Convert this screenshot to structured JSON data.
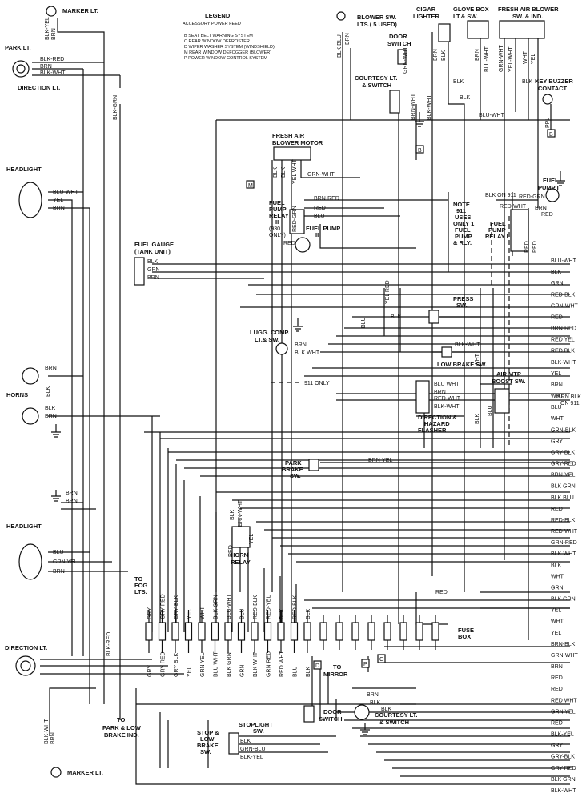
{
  "legend": {
    "title": "LEGEND",
    "subtitle": "ACCESSORY POWER FEED",
    "items": [
      "B  SEAT BELT WARNING SYSTEM",
      "C  REAR WINDOW DEFROSTER",
      "D  WIPER WASHER SYSTEM (WINDSHIELD)",
      "M  REAR WINDOW DEFOGGER (BLOWER)",
      "P  POWER WINDOW CONTROL SYSTEM"
    ],
    "dashed_note": "911 ONLY"
  },
  "components": {
    "marker_lt_top": "MARKER LT.",
    "park_lt": "PARK LT.",
    "direction_lt_top": "DIRECTION LT.",
    "headlight_top": "HEADLIGHT",
    "horns": "HORNS",
    "headlight_bottom": "HEADLIGHT",
    "direction_lt_bottom": "DIRECTION LT.",
    "marker_lt_bottom": "MARKER LT.",
    "blower_sw": "BLOWER SW.",
    "blower_sw_lts": "LTS.( 5 USED)",
    "door_switch_top_1": "DOOR",
    "door_switch_top_2": "SWITCH",
    "courtesy_lt_1": "COURTESY LT.",
    "courtesy_lt_2": "& SWITCH",
    "cigar_1": "CIGAR",
    "cigar_2": "LIGHTER",
    "glove_1": "GLOVE BOX",
    "glove_2": "LT.& SW.",
    "fresh_sw_1": "FRESH AIR BLOWER",
    "fresh_sw_2": "SW. & IND.",
    "key_buzzer_1": "KEY BUZZER",
    "key_buzzer_2": "CONTACT",
    "fresh_motor_1": "FRESH AIR",
    "fresh_motor_2": "BLOWER MOTOR",
    "fuel_pump_relay_2_a": "FUEL",
    "fuel_pump_relay_2_b": "PUMP",
    "fuel_pump_relay_2_c": "RELAY",
    "fuel_pump_relay_2_d": "II",
    "fuel_pump_relay_2_e": "(930",
    "fuel_pump_relay_2_f": "ONLY)",
    "fuel_pump_2_a": "FUEL PUMP",
    "fuel_pump_2_b": "II",
    "note_1": "NOTE",
    "note_2": "911",
    "note_3": "USES",
    "note_4": "ONLY 1",
    "note_5": "FUEL",
    "note_6": "PUMP",
    "note_7": "& RLY.",
    "fuel_pump_relay_1_a": "FUEL",
    "fuel_pump_relay_1_b": "PUMP",
    "fuel_pump_relay_1_c": "RELAY I",
    "fuel_pump_1_a": "FUEL",
    "fuel_pump_1_b": "PUMP I",
    "fuel_gauge_1": "FUEL GAUGE",
    "fuel_gauge_2": "(TANK UNIT)",
    "press_sw_1": "PRESS",
    "press_sw_2": "SW.",
    "lugg_1": "LUGG. COMP.",
    "lugg_2": "LT.& SW.",
    "low_brake": "LOW BRAKE SW.",
    "air_pump_1": "AIR MTP",
    "air_pump_2": "BOOST SW.",
    "hazard_1": "DIRECTION &",
    "hazard_2": "HAZARD",
    "hazard_3": "FLASHER",
    "park_brake_1": "PARK",
    "park_brake_2": "BRAKE",
    "park_brake_3": "SW.",
    "horn_relay_1": "HORN",
    "horn_relay_2": "RELAY",
    "to_fog_1": "TO",
    "to_fog_2": "FOG",
    "to_fog_3": "LTS.",
    "fuse_box_1": "FUSE",
    "fuse_box_2": "BOX",
    "to_mirror_1": "TO",
    "to_mirror_2": "MIRROR",
    "to_park_1": "TO",
    "to_park_2": "PARK & LOW",
    "to_park_3": "BRAKE IND.",
    "stop_low_1": "STOP &",
    "stop_low_2": "LOW",
    "stop_low_3": "BRAKE",
    "stop_low_4": "SW.",
    "stoplight_1": "STOPLIGHT",
    "stoplight_2": "SW.",
    "door_switch_bottom_1": "DOOR",
    "door_switch_bottom_2": "SWITCH",
    "courtesy_bottom_1": "COURTESY LT.",
    "courtesy_bottom_2": "& SWITCH",
    "blk_on_911_top": "BLK ON 911",
    "brn_blk_on_911_a": "BRN BLK",
    "brn_blk_on_911_b": "ON 911"
  },
  "wire_labels_left": {
    "park_blk_red": "BLK-RED",
    "park_brn": "BRN",
    "park_blk_wht": "BLK-WHT",
    "marker_blk_yel": "BLK-YEL",
    "marker_brn": "BRN",
    "blk_grn_vertical": "BLK-GRN",
    "hl_blu_wht": "BLU-WHT",
    "hl_yel": "YEL",
    "hl_brn": "BRN",
    "gauge_blk": "BLK",
    "gauge_grn": "GRN",
    "gauge_brn": "BRN",
    "horn_brn_top": "BRN",
    "horn_blk": "BLK",
    "horn_blk2": "BLK",
    "horn_brn_bot": "BRN",
    "gnd_brn_1": "BRN",
    "gnd_brn_2": "BRN",
    "hl2_blu": "BLU",
    "hl2_grn_yel": "GRN YEL",
    "hl2_brn": "BRN",
    "dir2_blk_red": "BLK-RED",
    "marker2_blk_wht": "BLK-WHT",
    "marker2_brn": "BRN"
  },
  "wire_labels_top": {
    "blk_blu": "BLK BLU",
    "brn_top": "BRN",
    "grn_wht_a": "GRN-WHT",
    "brn_cig": "BRN",
    "blk_cig": "BLK",
    "brn_glove": "BRN",
    "blu_wht_glove": "BLU-WHT",
    "grn_wht_fresh": "GRN-WHT",
    "yel_wht": "YEL-WHT",
    "wht": "WHT",
    "yel": "YEL",
    "blk_fresh": "BLK",
    "blk_courtesy": "BLK",
    "brn_wht": "BRN-WHT",
    "blk_wht_door": "BLK-WHT",
    "blu_wht_long": "BLU-WHT",
    "ppl": "PPL",
    "blk_sw": "BLK",
    "grn_wht_motor": "GRN-WHT",
    "blk_motor": "BLK",
    "blk_motor2": "BLK",
    "yel_wht_motor": "YEL WHT",
    "brn_red": "BRN-RED",
    "red": "RED",
    "blu": "BLU",
    "red_grn": "RED-GRN",
    "red_relay": "RED",
    "red_grn_r": "RED-GRN",
    "red_wht_r": "RED-WHT",
    "brn_r": "BRN",
    "red_r": "RED",
    "red_r2": "RED",
    "red_r3": "RED",
    "yel_red": "YEL RED",
    "blu_left": "BLU",
    "blk_press": "BLK",
    "blk_wht_lugg": "BLK WHT",
    "brn_lugg": "BRN",
    "blk_wht_brake": "BLK-WHT",
    "wht_vert": "WHT",
    "blu_wht_f": "BLU WHT",
    "brn_f": "BRN",
    "red_wht_f": "RED-WHT",
    "blk_wht_f": "BLK-WHT",
    "blk_f": "BLK",
    "blu_f": "BLU",
    "brn_yel_pb": "BRN-YEL",
    "blk_horn": "BLK",
    "brn_wht_horn": "BRN-WHT",
    "red_horn": "RED",
    "yel_horn": "YEL",
    "red_fuse_top": "RED",
    "brn_door2": "BRN",
    "blk_door2": "BLK",
    "blk_door2b": "BLK",
    "blk_stop": "BLK",
    "grn_blu_stop": "GRN-BLU",
    "blk_yel_stop": "BLK-YEL"
  },
  "fuse_top_labels": [
    "GRY",
    "GRY RED",
    "GRY BLK",
    "YEL",
    "WHT",
    "BLK GRN",
    "BLU-WHT",
    "BLU",
    "RED-BLK",
    "RED-YEL",
    "BLK",
    "RED-BLK",
    "BLK"
  ],
  "fuse_bottom_labels": [
    "GRY",
    "GRY RED",
    "GRY BLK",
    "YEL",
    "GRN YEL",
    "BLU WHT",
    "BLK GRN",
    "GRN",
    "BLK WHT",
    "GRN RED",
    "RED WHT",
    "BLU",
    "BLK"
  ],
  "fuse_letters": [
    "D",
    "P",
    "C"
  ],
  "right_labels": [
    "BLU-WHT",
    "BLK",
    "GRN",
    "RED-BLK",
    "GRN-WHT",
    "RED",
    "BRN-RED",
    "RED YEL",
    "RED BLK",
    "BLK-WHT",
    "YEL",
    "BRN",
    "WHT",
    "BLU",
    "WHT",
    "GRN-BLK",
    "GRY",
    "GRY BLK",
    "GRY-RED",
    "BRN-YEL",
    "BLK GRN",
    "BLK BLU",
    "RED",
    "RED-BLK",
    "RED-WHT",
    "GRN-RED",
    "BLK-WHT",
    "BLK",
    "WHT",
    "GRN",
    "BLK GRN",
    "YEL",
    "WHT",
    "YEL",
    "BRN-BLK",
    "GRN-WHT",
    "BRN",
    "RED",
    "RED",
    "RED WHT",
    "GRN YEL",
    "RED",
    "BLK-YEL",
    "GRY",
    "GRY-BLK",
    "GRY-RED",
    "BLK GRN",
    "BLK-WHT"
  ]
}
